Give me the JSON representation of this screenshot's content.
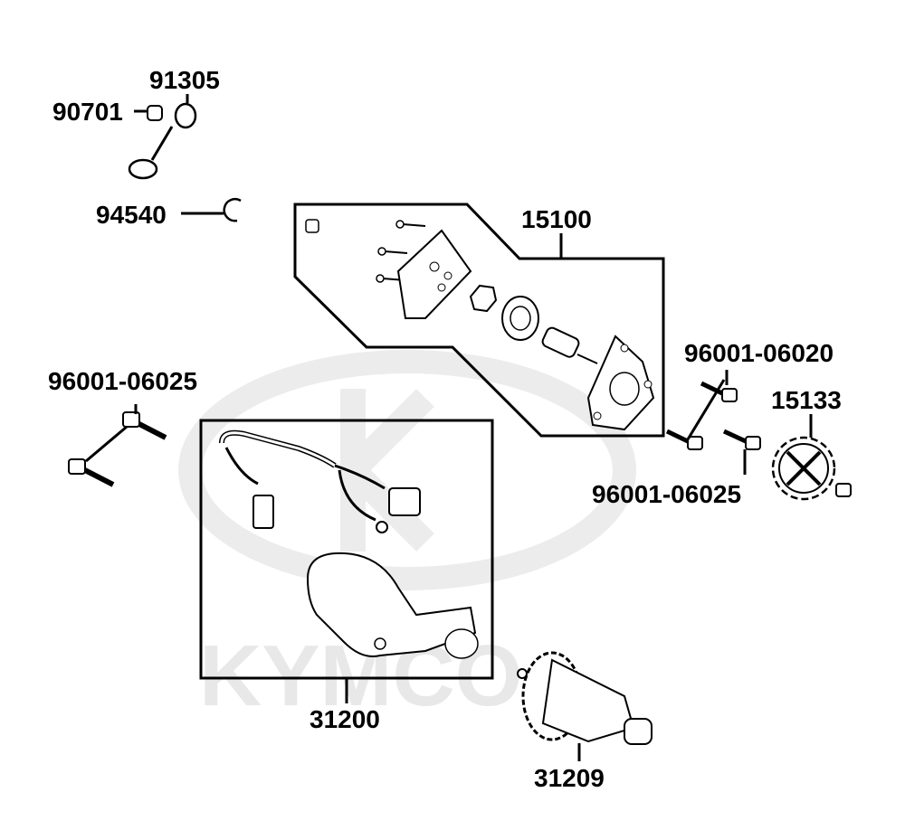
{
  "watermark": {
    "brand": "KYMCO"
  },
  "labels": {
    "p91305": "91305",
    "p90701": "90701",
    "p94540": "94540",
    "p15100": "15100",
    "p96001_06020": "96001-06020",
    "p15133": "15133",
    "p96001_06025_left": "96001-06025",
    "p96001_06025_right": "96001-06025",
    "p31200": "31200",
    "p31209": "31209"
  }
}
